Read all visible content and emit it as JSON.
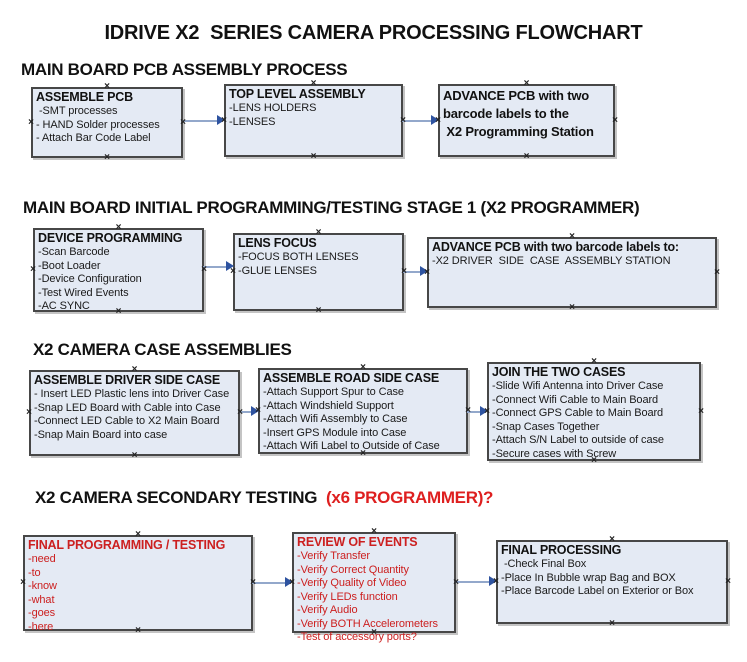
{
  "title": "IDRIVE X2  SERIES CAMERA PROCESSING FLOWCHART",
  "colors": {
    "box_fill": "#e4eaf4",
    "box_border": "#474747",
    "red_text": "#cc2020",
    "header_red": "#de1f1f",
    "connector_line": "#93a8cb",
    "connector_arrowhead": "#2e53a0",
    "handle": "#222222"
  },
  "icons": {
    "connection_point": "x-cross-handle",
    "connector_arrowhead": "right-pointing-triangle"
  },
  "sections": {
    "s1": {
      "header": "MAIN BOARD PCB ASSEMBLY PROCESS"
    },
    "s2": {
      "header": "MAIN BOARD INITIAL PROGRAMMING/TESTING STAGE 1 (X2 PROGRAMMER)"
    },
    "s3": {
      "header": "X2 CAMERA CASE ASSEMBLIES"
    },
    "s4": {
      "header": "X2 CAMERA SECONDARY TESTING",
      "note": "  (x6 PROGRAMMER)?"
    }
  },
  "boxes": {
    "assemble_pcb": {
      "title": "ASSEMBLE PCB",
      "items": [
        " -SMT processes",
        "- HAND Solder processes",
        "- Attach Bar Code Label"
      ]
    },
    "top_level_assembly": {
      "title": "TOP LEVEL ASSEMBLY",
      "items": [
        "-LENS HOLDERS",
        "-LENSES"
      ]
    },
    "advance_pcb_station": {
      "lines": [
        "ADVANCE PCB with two",
        "barcode labels to the",
        " X2 Programming Station"
      ]
    },
    "device_programming": {
      "title": "DEVICE PROGRAMMING",
      "items": [
        "-Scan Barcode",
        "-Boot Loader",
        "-Device Configuration",
        "-Test Wired Events",
        "-AC SYNC"
      ]
    },
    "lens_focus": {
      "title": "LENS FOCUS",
      "items": [
        "-FOCUS BOTH LENSES",
        "-GLUE LENSES"
      ]
    },
    "advance_pcb_driver": {
      "title": "ADVANCE PCB with two barcode labels to:",
      "items": [
        "-X2 DRIVER  SIDE  CASE  ASSEMBLY STATION"
      ]
    },
    "assemble_driver_case": {
      "title": "ASSEMBLE DRIVER SIDE CASE",
      "items": [
        "- Insert LED Plastic lens into Driver Case",
        "-Snap LED Board with Cable into Case",
        "-Connect LED Cable to X2 Main Board",
        "-Snap Main Board into case"
      ]
    },
    "assemble_road_case": {
      "title": "ASSEMBLE ROAD SIDE CASE",
      "items": [
        "-Attach Support Spur to Case",
        "-Attach Windshield Support",
        "-Attach Wifi Assembly to Case",
        "-Insert GPS Module into Case",
        "-Attach Wifi Label to Outside of Case"
      ]
    },
    "join_cases": {
      "title": "JOIN THE TWO CASES",
      "items": [
        "-Slide Wifi Antenna into Driver Case",
        "-Connect Wifi Cable to Main Board",
        "-Connect GPS Cable to Main Board",
        "-Snap Cases Together",
        "-Attach S/N Label to outside of case",
        "-Secure cases with Screw"
      ]
    },
    "final_programming": {
      "title": "FINAL PROGRAMMING / TESTING",
      "items": [
        "-need",
        "-to",
        "-know",
        "-what",
        "-goes",
        "-here"
      ]
    },
    "review_of_events": {
      "title": "REVIEW OF EVENTS",
      "items": [
        "-Verify Transfer",
        "-Verify Correct Quantity",
        "-Verify Quality of Video",
        "-Verify LEDs function",
        "-Verify Audio",
        "-Verify BOTH Accelerometers",
        "-Test of accessory ports?"
      ]
    },
    "final_processing": {
      "title": "FINAL PROCESSING",
      "items": [
        " -Check Final Box",
        "-Place In Bubble wrap Bag and BOX",
        "-Place Barcode Label on Exterior or Box"
      ]
    }
  }
}
